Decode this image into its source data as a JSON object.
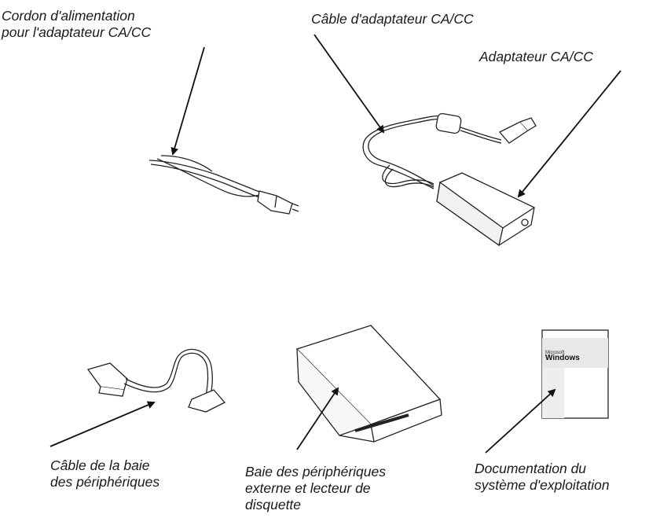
{
  "labels": {
    "power_cord": [
      "Cordon d'alimentation",
      "pour l'adaptateur CA/CC"
    ],
    "adapter_cable": [
      "Câble d'adaptateur CA/CC"
    ],
    "adapter": [
      "Adaptateur CA/CC"
    ],
    "bay_cable": [
      "Câble de la baie",
      "des périphériques"
    ],
    "external_bay": [
      "Baie des périphériques",
      "externe et lecteur de",
      "disquette"
    ],
    "os_docs": [
      "Documentation du",
      "système d'exploitation"
    ]
  },
  "manual_cover": {
    "brand_small": "Microsoft",
    "brand_large": "Windows"
  }
}
